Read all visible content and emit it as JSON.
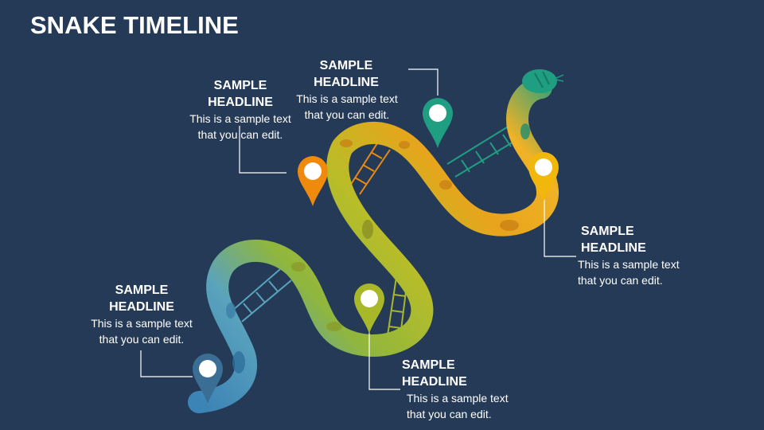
{
  "title": "SNAKE TIMELINE",
  "milestones": [
    {
      "headline": "SAMPLE HEADLINE",
      "text": "This is a sample text that you can edit.",
      "color": "#3a6e94"
    },
    {
      "headline": "SAMPLE HEADLINE",
      "text": "This is a sample text that you can edit.",
      "color": "#f08a0c"
    },
    {
      "headline": "SAMPLE HEADLINE",
      "text": "This is a sample text that you can edit.",
      "color": "#1f9e82"
    },
    {
      "headline": "SAMPLE HEADLINE",
      "text": "This is a sample text that you can edit.",
      "color": "#a8b828"
    },
    {
      "headline": "SAMPLE HEADLINE",
      "text": "This is a sample text that you can edit.",
      "color": "#f2b70c"
    }
  ],
  "colors": {
    "background": "#253a56",
    "text": "#ffffff",
    "connector": "#ffffff"
  },
  "icons": {
    "marker": "location-pin-icon",
    "snake_head": "snake-head-icon",
    "ladder": "ladder-icon"
  }
}
